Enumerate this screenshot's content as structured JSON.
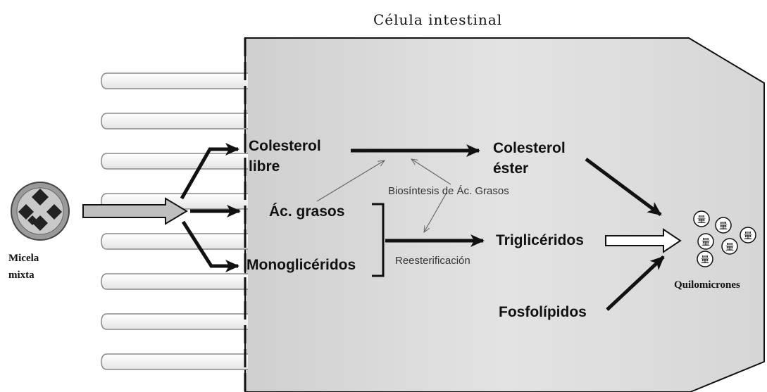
{
  "title": "Célula intestinal",
  "micelle": {
    "label_line1": "Micela",
    "label_line2": "mixta"
  },
  "absorbed": {
    "free_cholesterol_line1": "Colesterol",
    "free_cholesterol_line2": "libre",
    "fatty_acids": "Ác. grasos",
    "monoglycerides": "Monoglicéridos"
  },
  "products": {
    "cholesterol_ester_line1": "Colesterol",
    "cholesterol_ester_line2": "éster",
    "triglycerides": "Triglicéridos",
    "phospholipids": "Fosfolípidos"
  },
  "processes": {
    "fatty_acid_biosynthesis": "Biosíntesis de Ác. Grasos",
    "reesterification": "Reesterificación"
  },
  "output": {
    "chylomicrons": "Quilomicrones"
  },
  "colors": {
    "cell_fill": "#d9d9d9",
    "stroke": "#111111",
    "arrow_fill": "#bfbfbf"
  }
}
